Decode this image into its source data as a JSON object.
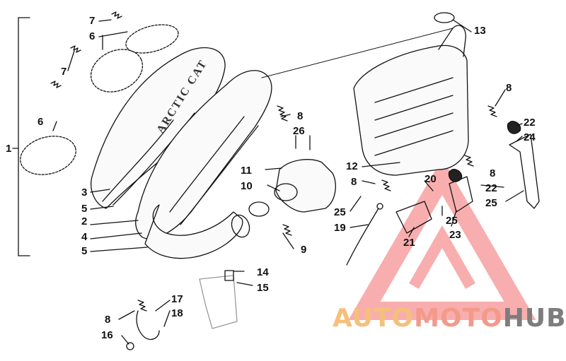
{
  "diagram": {
    "housing_text": "ARCTIC CAT",
    "callouts": [
      {
        "id": "c1",
        "text": "1"
      },
      {
        "id": "c2",
        "text": "2"
      },
      {
        "id": "c3",
        "text": "3"
      },
      {
        "id": "c4",
        "text": "4"
      },
      {
        "id": "c5a",
        "text": "5"
      },
      {
        "id": "c5b",
        "text": "5"
      },
      {
        "id": "c6a",
        "text": "6"
      },
      {
        "id": "c6b",
        "text": "6"
      },
      {
        "id": "c7a",
        "text": "7"
      },
      {
        "id": "c7b",
        "text": "7"
      },
      {
        "id": "c8a",
        "text": "8"
      },
      {
        "id": "c8b",
        "text": "8"
      },
      {
        "id": "c8c",
        "text": "8"
      },
      {
        "id": "c8d",
        "text": "8"
      },
      {
        "id": "c8e",
        "text": "8"
      },
      {
        "id": "c9",
        "text": "9"
      },
      {
        "id": "c10",
        "text": "10"
      },
      {
        "id": "c11",
        "text": "11"
      },
      {
        "id": "c12",
        "text": "12"
      },
      {
        "id": "c13",
        "text": "13"
      },
      {
        "id": "c14",
        "text": "14"
      },
      {
        "id": "c15",
        "text": "15"
      },
      {
        "id": "c16",
        "text": "16"
      },
      {
        "id": "c17",
        "text": "17"
      },
      {
        "id": "c18",
        "text": "18"
      },
      {
        "id": "c19",
        "text": "19"
      },
      {
        "id": "c20",
        "text": "20"
      },
      {
        "id": "c21",
        "text": "21"
      },
      {
        "id": "c22a",
        "text": "22"
      },
      {
        "id": "c22b",
        "text": "22"
      },
      {
        "id": "c23",
        "text": "23"
      },
      {
        "id": "c24",
        "text": "24"
      },
      {
        "id": "c25a",
        "text": "25"
      },
      {
        "id": "c25b",
        "text": "25"
      },
      {
        "id": "c25c",
        "text": "25"
      },
      {
        "id": "c26",
        "text": "26"
      }
    ]
  },
  "watermark": {
    "part1": "AUTO",
    "part2": "MOTO",
    "part3": "HUB",
    "color1": "#f5c07a",
    "color2": "#f39a8a",
    "color3": "#7d7d7d",
    "logo_color": "#f26b6b"
  }
}
